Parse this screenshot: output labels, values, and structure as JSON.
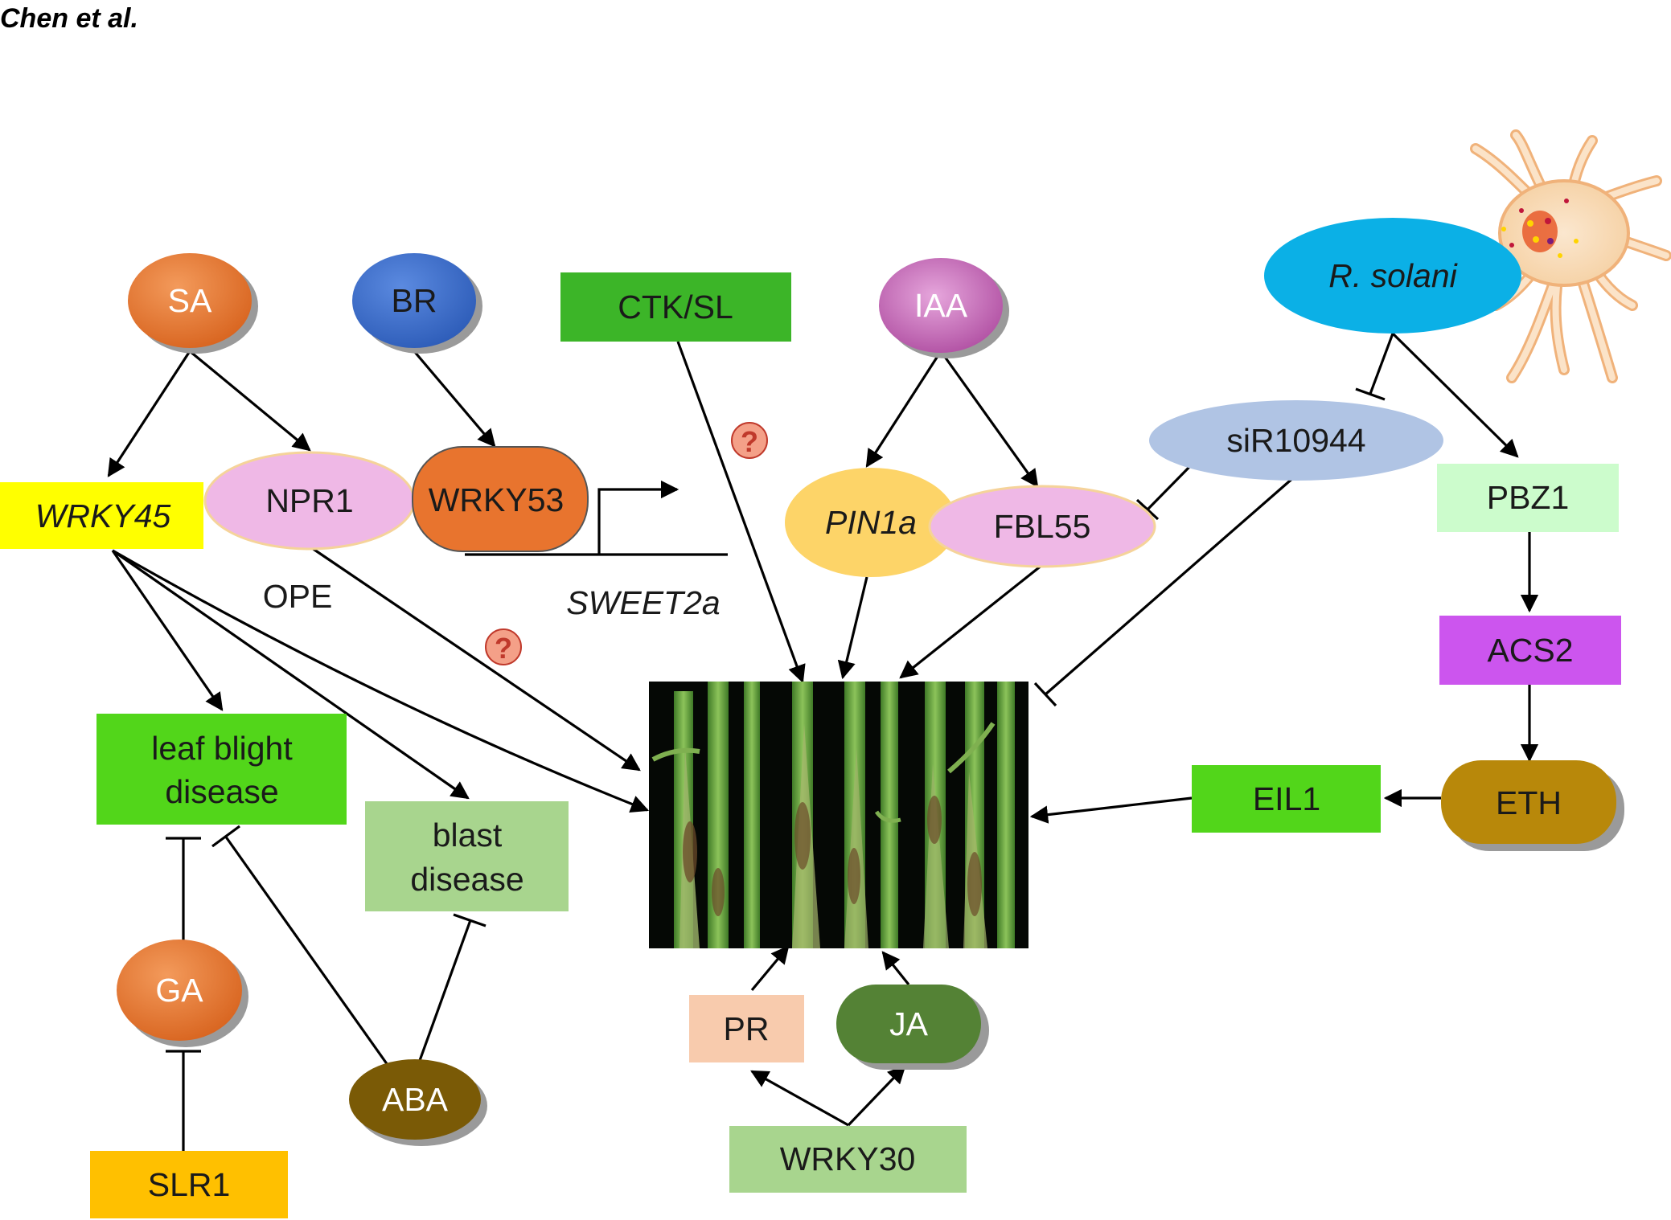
{
  "author": "Chen et al.",
  "nodes": {
    "sa": "SA",
    "br": "BR",
    "ctk_sl": "CTK/SL",
    "iaa": "IAA",
    "r_solani": "R. solani",
    "wrky45": "WRKY45",
    "npr1": "NPR1",
    "wrky53": "WRKY53",
    "sweet2a": "SWEET2a",
    "ope": "OPE",
    "pin1a": "PIN1a",
    "fbl55": "FBL55",
    "sir10944": "siR10944",
    "pbz1": "PBZ1",
    "acs2": "ACS2",
    "eth": "ETH",
    "eil1": "EIL1",
    "leaf_blight_line1": "leaf blight",
    "leaf_blight_line2": "disease",
    "blast_line1": "blast",
    "blast_line2": "disease",
    "ga": "GA",
    "slr1": "SLR1",
    "aba": "ABA",
    "pr": "PR",
    "ja": "JA",
    "wrky30": "WRKY30",
    "question_mark": "?"
  },
  "colors": {
    "orange_node": "#e8742e",
    "blue_node": "#3d6fcc",
    "green_box": "#3cb528",
    "purple_node": "#c766b8",
    "cyan_node": "#0bb0e6",
    "yellow_box": "#ffff00",
    "pink_node": "#efb8e6",
    "yellow_oval": "#fdd468",
    "light_blue_oval": "#b0c4e4",
    "pale_green_box": "#ccfccc",
    "magenta_box": "#cc55ee",
    "olive_node": "#b8880a",
    "lime_box": "#52d61a",
    "sage_box": "#a8d58e",
    "brown_node": "#7a5a06",
    "gold_box": "#ffc000",
    "peach_box": "#f8cbad",
    "dark_green_node": "#548235"
  }
}
